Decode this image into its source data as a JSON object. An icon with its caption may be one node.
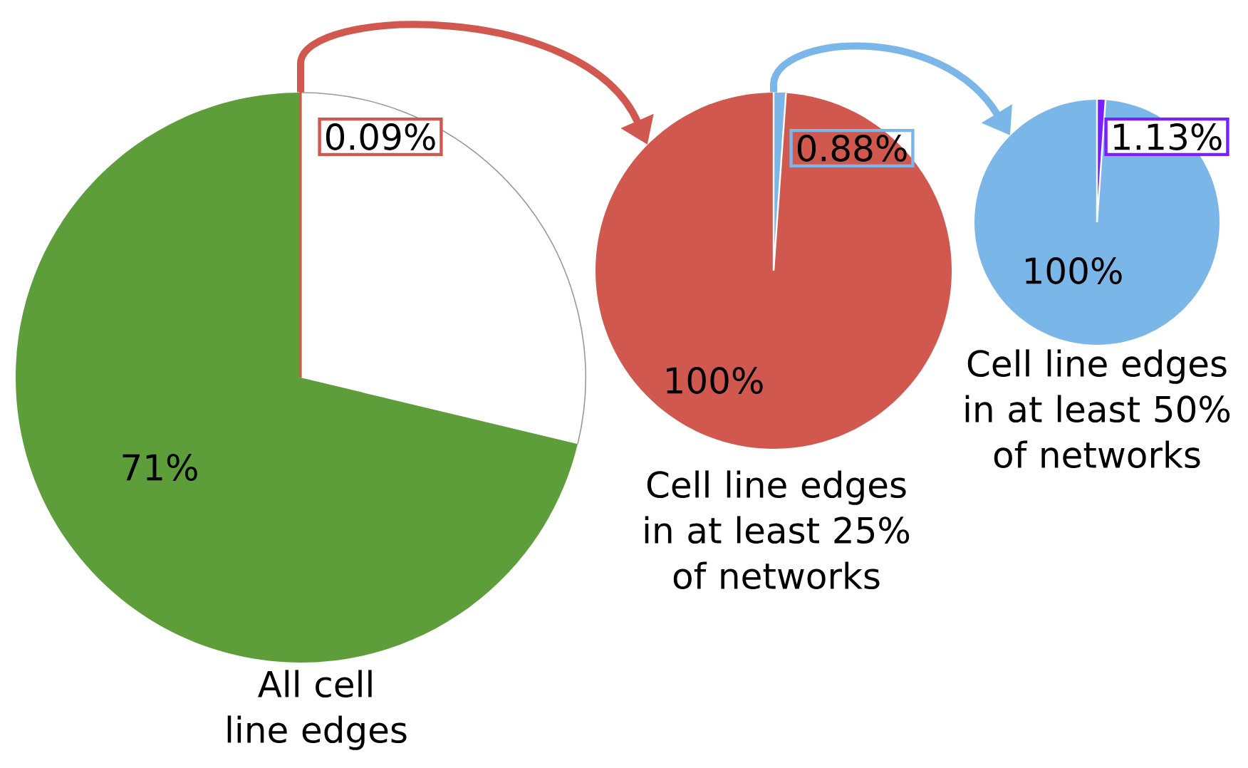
{
  "diagram": {
    "nodes": [
      {
        "text": [
          "0.09%",
          "71%"
        ],
        "beside": [
          "All cell line edges"
        ]
      },
      {
        "text": [
          "0.88%",
          "100%"
        ],
        "beside": [
          "Cell line edges in at least 25% of networks"
        ]
      },
      {
        "text": [
          "1.13%",
          "100%"
        ],
        "beside": [
          "Cell line edges in at least 50% of networks"
        ]
      }
    ],
    "edges": [
      {
        "from": 0,
        "to": 1,
        "arrow": "to",
        "color": "#d0584e"
      },
      {
        "from": 1,
        "to": 2,
        "arrow": "to",
        "color": "#7ab6e8"
      }
    ]
  }
}
